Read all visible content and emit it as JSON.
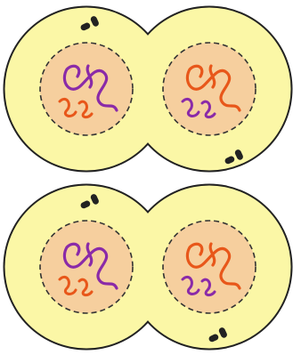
{
  "colors": {
    "background": "#ffffff",
    "cytoplasm": "#fbf7a6",
    "cell_outline": "#222222",
    "nucleus": "#f6cf9e",
    "nuclear_envelope": "#333333",
    "chromosome_purple": "#8a2aa8",
    "chromosome_orange": "#e8571a",
    "centriole": "#222222"
  },
  "cells": [
    {
      "nuclei": [
        {
          "large_chromosome": "chromosome_purple",
          "small_chromosome": "chromosome_orange"
        },
        {
          "large_chromosome": "chromosome_orange",
          "small_chromosome": "chromosome_purple"
        }
      ]
    },
    {
      "nuclei": [
        {
          "large_chromosome": "chromosome_purple",
          "small_chromosome": "chromosome_orange"
        },
        {
          "large_chromosome": "chromosome_orange",
          "small_chromosome": "chromosome_purple"
        }
      ]
    }
  ]
}
